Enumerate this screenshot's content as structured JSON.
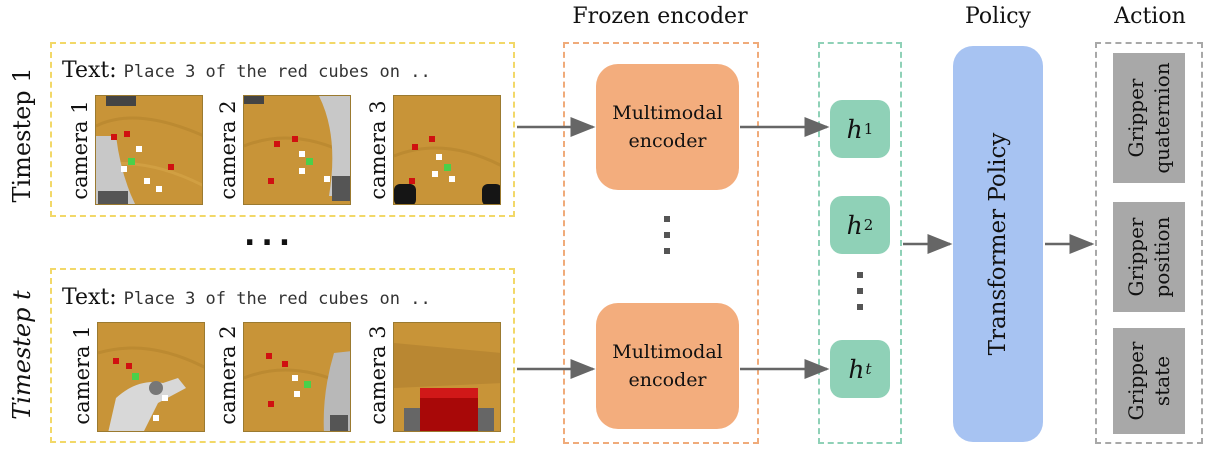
{
  "headers": {
    "frozen_encoder": "Frozen encoder",
    "policy": "Policy",
    "action": "Action"
  },
  "timesteps": [
    {
      "label": "Timestep 1",
      "text_prefix": "Text:",
      "text_value": "Place 3 of the red cubes on ..",
      "cameras": [
        "camera 1",
        "camera 2",
        "camera 3"
      ]
    },
    {
      "label": "Timestep t",
      "text_prefix": "Text:",
      "text_value": "Place 3 of the red cubes on ..",
      "cameras": [
        "camera 1",
        "camera 2",
        "camera 3"
      ]
    }
  ],
  "ellipsis": "...",
  "encoder_label": "Multimodal encoder",
  "hidden_states": [
    {
      "symbol": "h",
      "subscript": "1"
    },
    {
      "symbol": "h",
      "subscript": "2"
    },
    {
      "symbol": "h",
      "subscript": "t"
    }
  ],
  "policy_label": "Transformer Policy",
  "actions": [
    "Gripper quaternion",
    "Gripper position",
    "Gripper state"
  ],
  "colors": {
    "timestep_border": "#f2d868",
    "encoder_border": "#f0ab7a",
    "encoder_fill": "#f3ad7d",
    "hidden_border": "#8fd1b7",
    "hidden_fill": "#8fd1b7",
    "policy_fill": "#a7c3f2",
    "action_border": "#a8a8a8",
    "action_fill": "#a8a8a8",
    "arrow": "#666666"
  }
}
